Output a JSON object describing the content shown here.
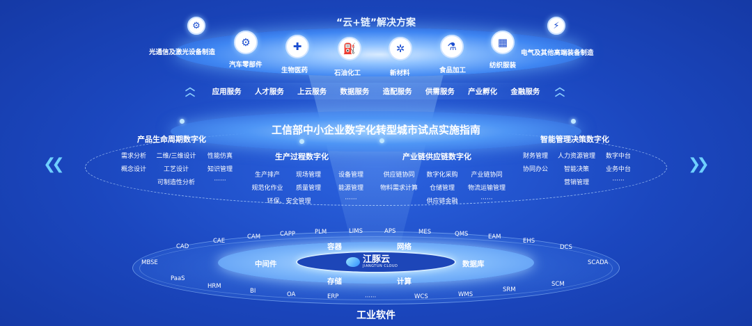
{
  "top": {
    "title": "“云+链”解决方案",
    "left_icon_label": "光通信及激光设备制造",
    "right_icon_label": "电气及其他高端装备制造",
    "industries": [
      "汽车零部件",
      "生物医药",
      "石油化工",
      "新材料",
      "食品加工",
      "纺织服装"
    ]
  },
  "services": [
    "应用服务",
    "人才服务",
    "上云服务",
    "数据服务",
    "造配服务",
    "供需服务",
    "产业孵化",
    "金融服务"
  ],
  "guide": {
    "title": "工信部中小企业数字化转型城市试点实施指南",
    "sections": {
      "product": {
        "title": "产品生命周期数字化",
        "items": [
          "需求分析",
          "二维/三维设计",
          "性能仿真",
          "概念设计",
          "工艺设计",
          "知识管理",
          "",
          "可制造性分析",
          "······"
        ]
      },
      "production": {
        "title": "生产过程数字化",
        "items": [
          "生产排产",
          "现场管理",
          "设备管理",
          "规范化作业",
          "质量管理",
          "能源管理",
          "环保、安全管理",
          "······"
        ]
      },
      "supply": {
        "title": "产业链供应链数字化",
        "items": [
          "供应链协同",
          "数字化采购",
          "产业链协同",
          "物料需求计算",
          "仓储管理",
          "物流运输管理",
          "供应链金融",
          "······"
        ]
      },
      "decision": {
        "title": "智能管理决策数字化",
        "items": [
          "财务管理",
          "人力资源管理",
          "数字中台",
          "协同办公",
          "智能决策",
          "业务中台",
          "",
          "营销管理",
          "······"
        ]
      }
    }
  },
  "core": {
    "logo_cn": "江豚云",
    "logo_en": "JIANGTUN CLOUD",
    "labels": [
      "容器",
      "网络",
      "中间件",
      "数据库",
      "存储",
      "计算"
    ]
  },
  "software": [
    "CAD",
    "CAE",
    "CAM",
    "CAPP",
    "PLM",
    "LIMS",
    "APS",
    "MES",
    "QMS",
    "EAM",
    "EHS",
    "DCS",
    "MBSE",
    "SCADA",
    "PaaS",
    "HRM",
    "BI",
    "OA",
    "ERP",
    "······",
    "WCS",
    "WMS",
    "SRM",
    "SCM"
  ],
  "bottom_title": "工业软件"
}
